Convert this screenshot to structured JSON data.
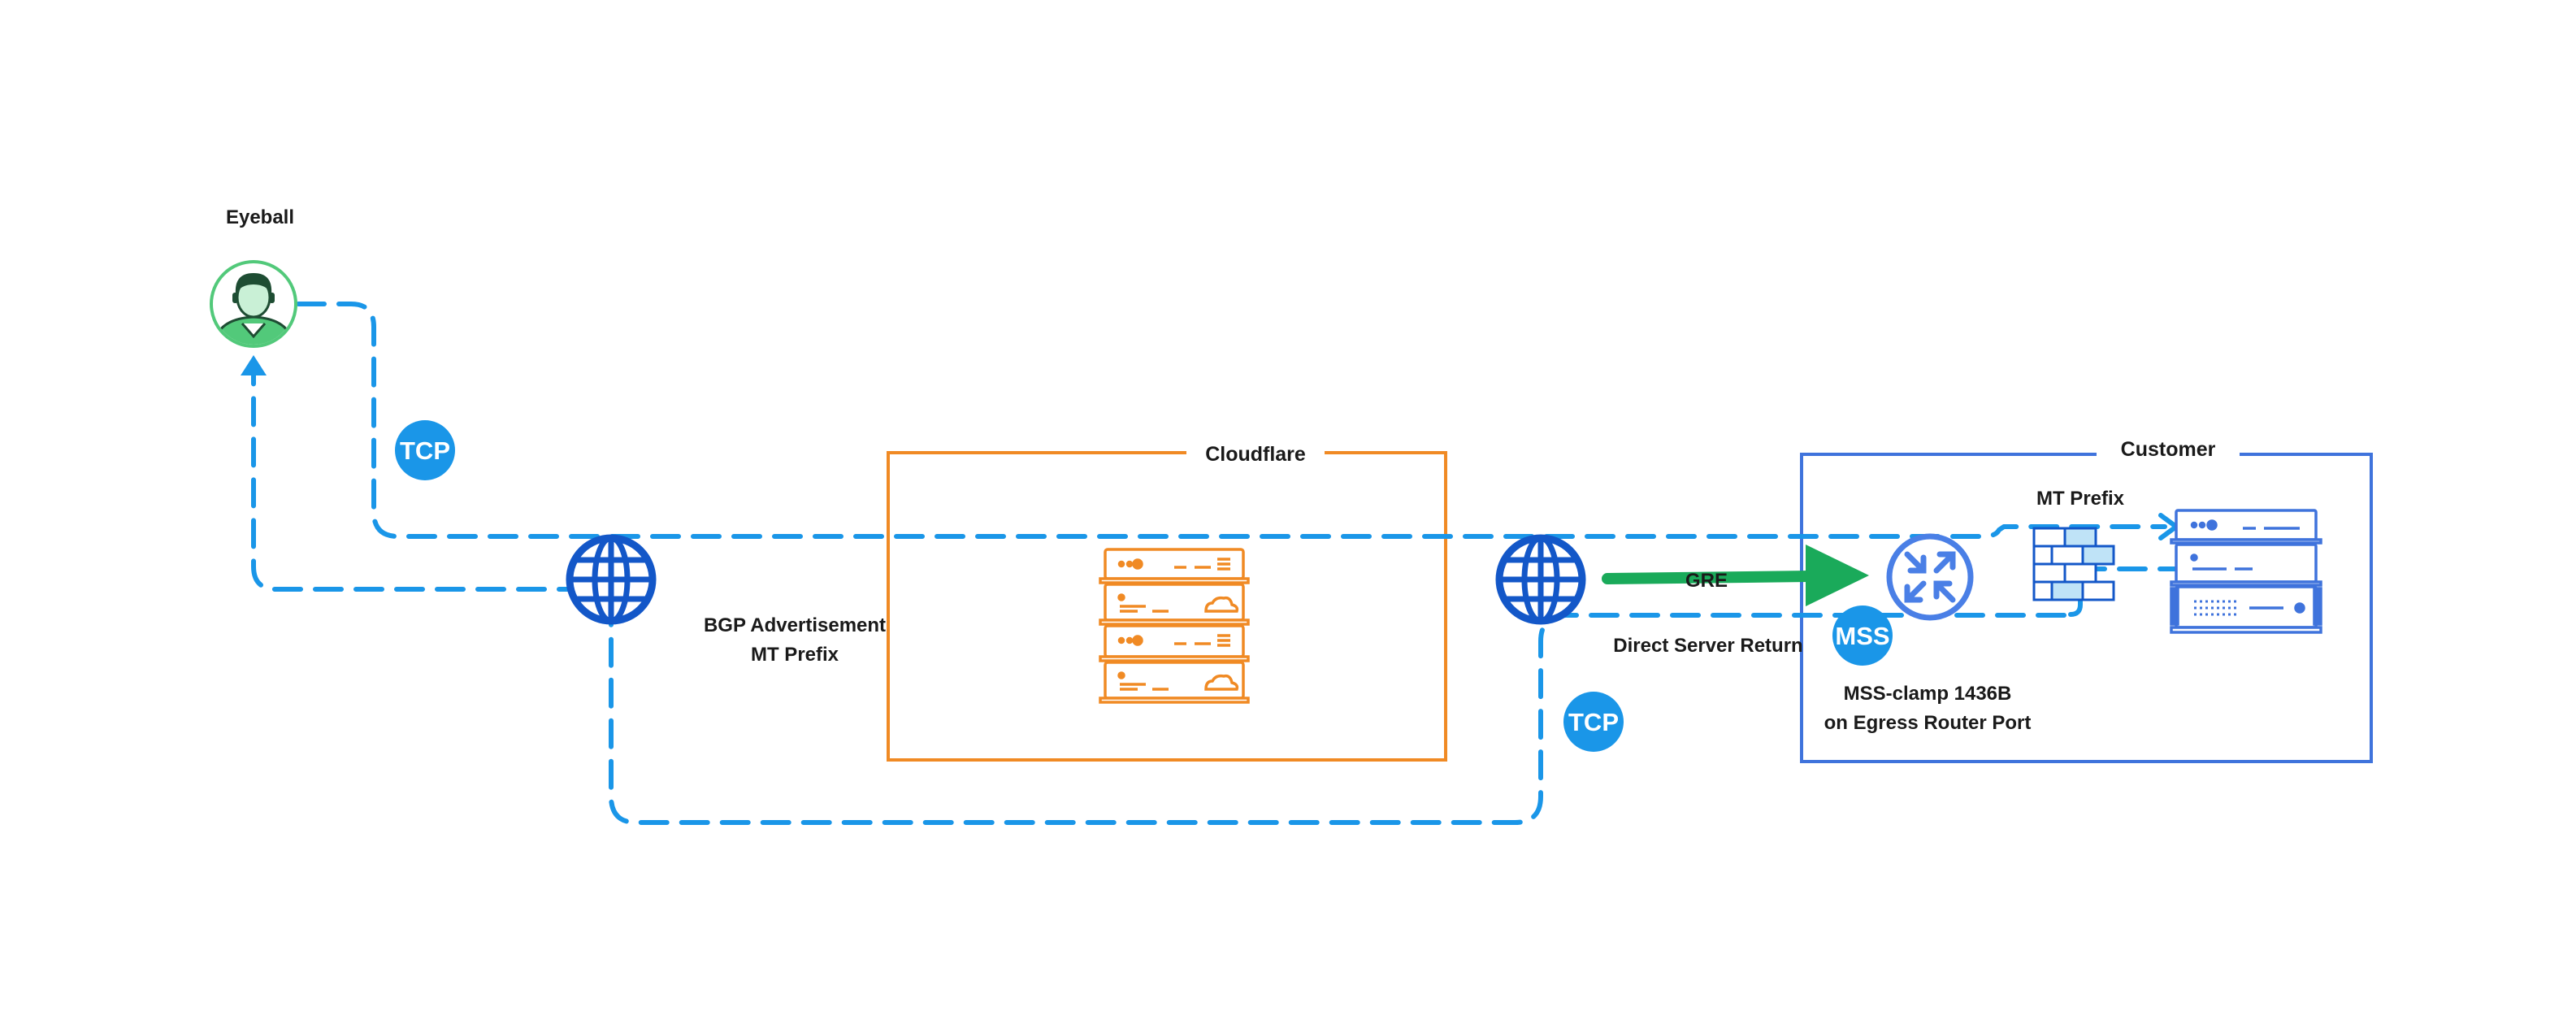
{
  "colors": {
    "path": "#1a96e8",
    "cloudflare": "#f08a24",
    "customer": "#3f73dc",
    "gre": "#1aaa5a",
    "globe": "#1357c8",
    "router": "#4a7fe6",
    "badge": "#1a96e8",
    "eyeball": "#52c97a"
  },
  "icons": {
    "eyeball": "person-avatar-icon",
    "globe": "globe-icon",
    "servers": "server-stack-icon",
    "router": "router-icon",
    "firewall": "firewall-icon",
    "customer_servers": "server-rack-icon"
  },
  "labels": {
    "eyeball": "Eyeball",
    "cloudflare": "Cloudflare",
    "customer": "Customer",
    "bgp_line1": "BGP Advertisement",
    "bgp_line2": "MT Prefix",
    "gre": "GRE",
    "dsr": "Direct Server Return",
    "mt_prefix": "MT Prefix",
    "mss_line1": "MSS-clamp 1436B",
    "mss_line2": "on Egress Router Port"
  },
  "badges": {
    "tcp_top": "TCP",
    "tcp_bottom": "TCP",
    "mss": "MSS"
  }
}
